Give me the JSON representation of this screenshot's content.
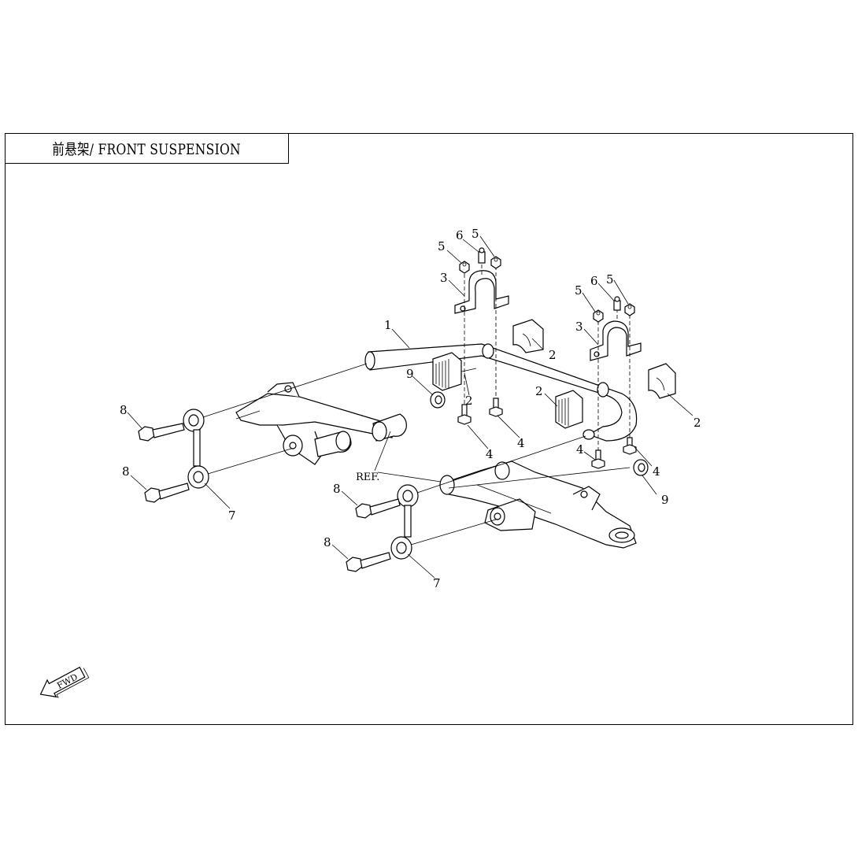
{
  "title": "前悬架/ FRONT SUSPENSION",
  "fwd_label": "FWD",
  "ref_label": "REF.",
  "callouts": {
    "c1": "1",
    "c2a": "2",
    "c2b": "2",
    "c2c": "2",
    "c2d": "2",
    "c3a": "3",
    "c3b": "3",
    "c4a": "4",
    "c4b": "4",
    "c4c": "4",
    "c4d": "4",
    "c5a": "5",
    "c5b": "5",
    "c5c": "5",
    "c5d": "5",
    "c6a": "6",
    "c6b": "6",
    "c7a": "7",
    "c7b": "7",
    "c8a": "8",
    "c8b": "8",
    "c8c": "8",
    "c8d": "8",
    "c9a": "9",
    "c9b": "9"
  }
}
